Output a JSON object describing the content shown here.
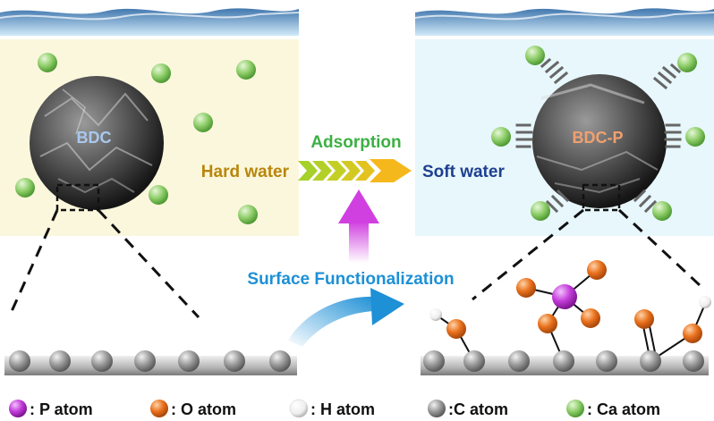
{
  "left_panel": {
    "label": "BDC",
    "caption": "Hard water"
  },
  "right_panel": {
    "label": "BDC-P",
    "caption": "Soft water"
  },
  "process": {
    "adsorption": "Adsorption",
    "functionalization": "Surface Functionalization"
  },
  "legend": [
    {
      "text": ": P atom",
      "color": "#c23ad8",
      "icon": "p-atom-icon"
    },
    {
      "text": ": O atom",
      "color": "#e8701c",
      "icon": "o-atom-icon"
    },
    {
      "text": ": H atom",
      "color": "#eeeeee",
      "icon": "h-atom-icon"
    },
    {
      "text": ":C atom",
      "color": "#9a9a9a",
      "icon": "c-atom-icon"
    },
    {
      "text": ": Ca atom",
      "color": "#8fce6a",
      "icon": "ca-atom-icon"
    }
  ],
  "colors": {
    "hard_water_bg": "#fbf7dc",
    "soft_water_bg": "#e7f7fb",
    "hard_text": "#b8860b",
    "adsorption_text": "#3cb043",
    "soft_text": "#1f3f8f",
    "func_text": "#1e90d6",
    "label_text": "#a8c8ee",
    "bdcp_text": "#f0a070"
  }
}
